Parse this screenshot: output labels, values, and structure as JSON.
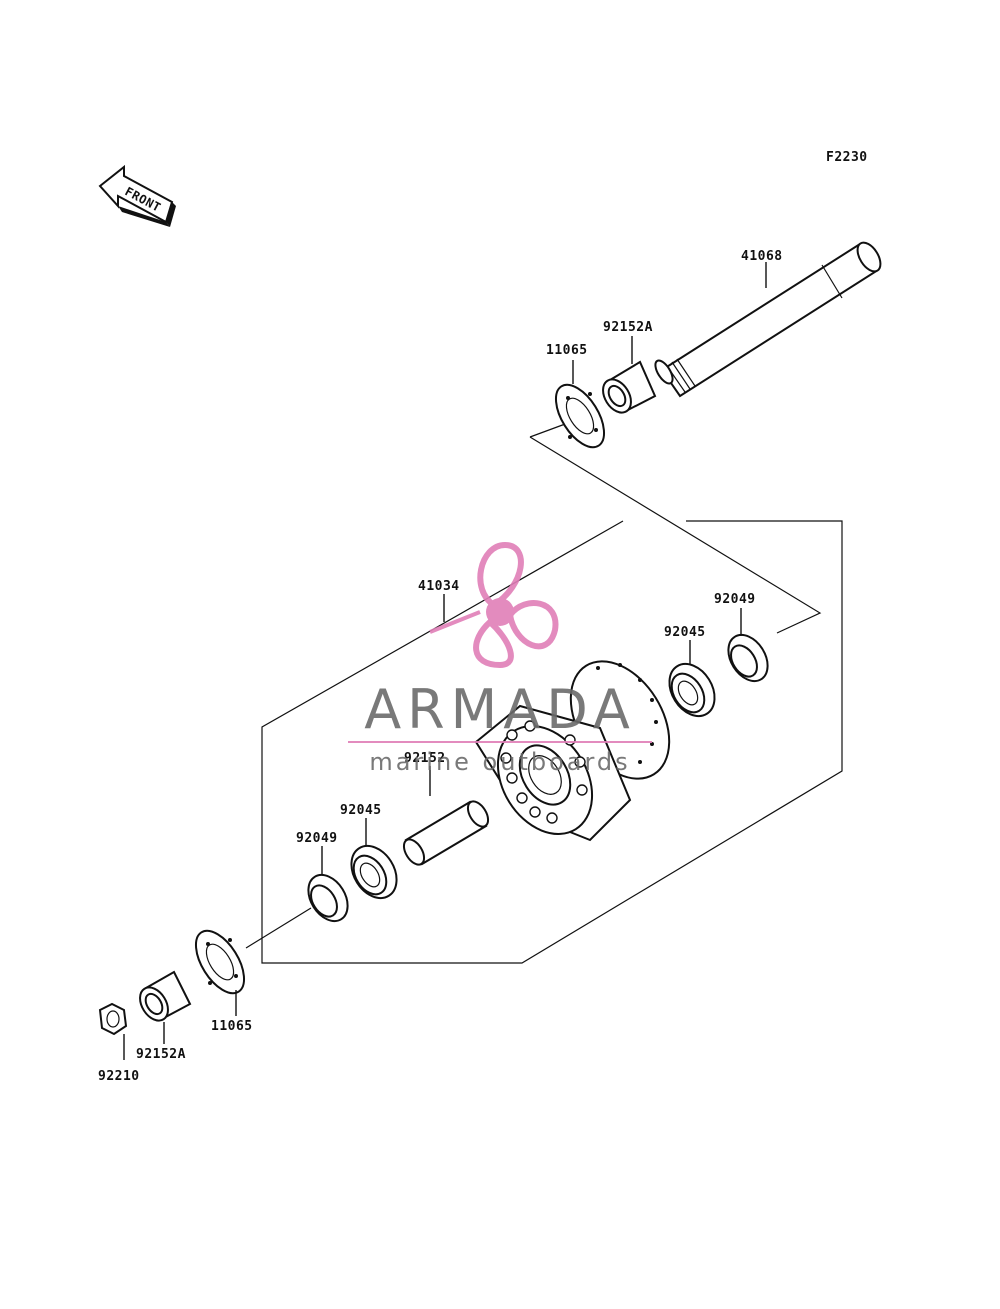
{
  "diagram": {
    "ref_code": "F2230",
    "front_label": "FRONT",
    "parts": {
      "axle": "41068",
      "collar_upper": "92152A",
      "cover_upper": "11065",
      "hub": "41034",
      "seal_right": "92049",
      "bearing_right": "92045",
      "spacer": "92152",
      "bearing_left": "92045",
      "seal_left": "92049",
      "cover_lower": "11065",
      "collar_lower": "92152A",
      "nut": "92210"
    }
  },
  "watermark": {
    "brand": "ARMADA",
    "tagline": "marine outboards",
    "accent_color": "#e07fb8",
    "text_color": "#6b6b6b"
  }
}
